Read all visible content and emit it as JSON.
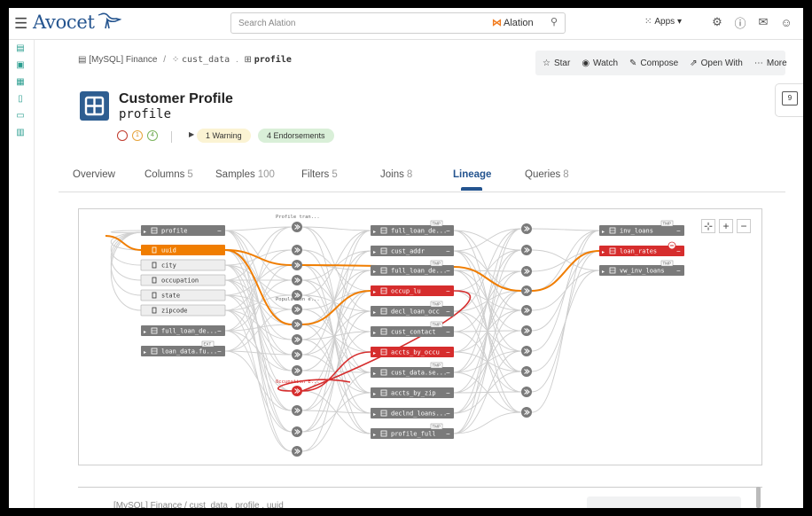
{
  "app": {
    "name": "Avocet",
    "search_placeholder": "Search Alation",
    "search_brand": "Alation",
    "apps_label": "Apps ▾"
  },
  "breadcrumb": {
    "source": "[MySQL] Finance",
    "sep": "/",
    "schema": "cust_data",
    "dot": ".",
    "table": "profile"
  },
  "actions": [
    {
      "icon": "star-icon",
      "glyph": "☆",
      "label": "Star"
    },
    {
      "icon": "eye-icon",
      "glyph": "◉",
      "label": "Watch"
    },
    {
      "icon": "pen-icon",
      "glyph": "✎",
      "label": "Compose"
    },
    {
      "icon": "external-link-icon",
      "glyph": "⇗",
      "label": "Open With"
    },
    {
      "icon": "more-icon",
      "glyph": "⋯",
      "label": "More"
    }
  ],
  "comments_count": "9",
  "header": {
    "title": "Customer Profile",
    "subtitle": "profile",
    "status_counts": [
      "1",
      "1",
      "4"
    ],
    "warning_label": "1 Warning",
    "endorsement_label": "4 Endorsements"
  },
  "tabs": [
    {
      "label": "Overview",
      "count": ""
    },
    {
      "label": "Columns",
      "count": "5"
    },
    {
      "label": "Samples",
      "count": "100"
    },
    {
      "label": "Filters",
      "count": "5"
    },
    {
      "label": "Joins",
      "count": "8"
    },
    {
      "label": "Lineage",
      "count": "",
      "active": true
    },
    {
      "label": "Queries",
      "count": "8"
    }
  ],
  "lineage": {
    "highlight_color": "#f07d00",
    "error_color": "#d62d2d",
    "node_color": "#7a7a7a",
    "left_nodes": [
      {
        "label": "profile",
        "kind": "table",
        "style": "gray",
        "y": 0
      },
      {
        "label": "uuid",
        "kind": "column",
        "style": "orange",
        "y": 0
      },
      {
        "label": "city",
        "kind": "column",
        "style": "light",
        "y": 0
      },
      {
        "label": "occupation",
        "kind": "column",
        "style": "light",
        "y": 0
      },
      {
        "label": "state",
        "kind": "column",
        "style": "light",
        "y": 0
      },
      {
        "label": "zipcode",
        "kind": "column",
        "style": "light",
        "y": 0
      },
      {
        "label": "full_loan_de...",
        "kind": "table",
        "style": "gray",
        "y": 0
      },
      {
        "label": "loan_data.fu...",
        "kind": "table",
        "style": "gray",
        "tag": "EXT",
        "y": 0
      }
    ],
    "process_labels": [
      "Profile tran...",
      "Population e...",
      "Occupation E..."
    ],
    "mid_nodes": [
      {
        "label": "full_loan_de...",
        "style": "gray",
        "tag": "TMP"
      },
      {
        "label": "cust_addr",
        "style": "gray",
        "tag": ""
      },
      {
        "label": "full_loan_de...",
        "style": "gray",
        "tag": "TMP"
      },
      {
        "label": "occup_lu",
        "style": "red",
        "tag": ""
      },
      {
        "label": "decl_loan_occ",
        "style": "gray",
        "tag": "TMP"
      },
      {
        "label": "cust_contact",
        "style": "gray",
        "tag": "TMP"
      },
      {
        "label": "accts_by_occu",
        "style": "red",
        "tag": ""
      },
      {
        "label": "cust_data.se...",
        "style": "gray",
        "tag": "TMP"
      },
      {
        "label": "accts_by_zip",
        "style": "gray",
        "tag": ""
      },
      {
        "label": "declnd_loans...",
        "style": "gray",
        "tag": ""
      },
      {
        "label": "profile_full",
        "style": "gray",
        "tag": "TMP"
      }
    ],
    "right_nodes": [
      {
        "label": "inv_loans",
        "style": "gray",
        "tag": "TMP"
      },
      {
        "label": "loan_rates",
        "style": "red",
        "tag": ""
      },
      {
        "label": "vw_inv_loans",
        "style": "gray",
        "tag": "TMP"
      }
    ],
    "zoom": {
      "fit": "⊹",
      "in": "+",
      "out": "−"
    }
  },
  "bottom": {
    "crumb": "[MySQL] Finance / cust_data . profile . uuid"
  }
}
